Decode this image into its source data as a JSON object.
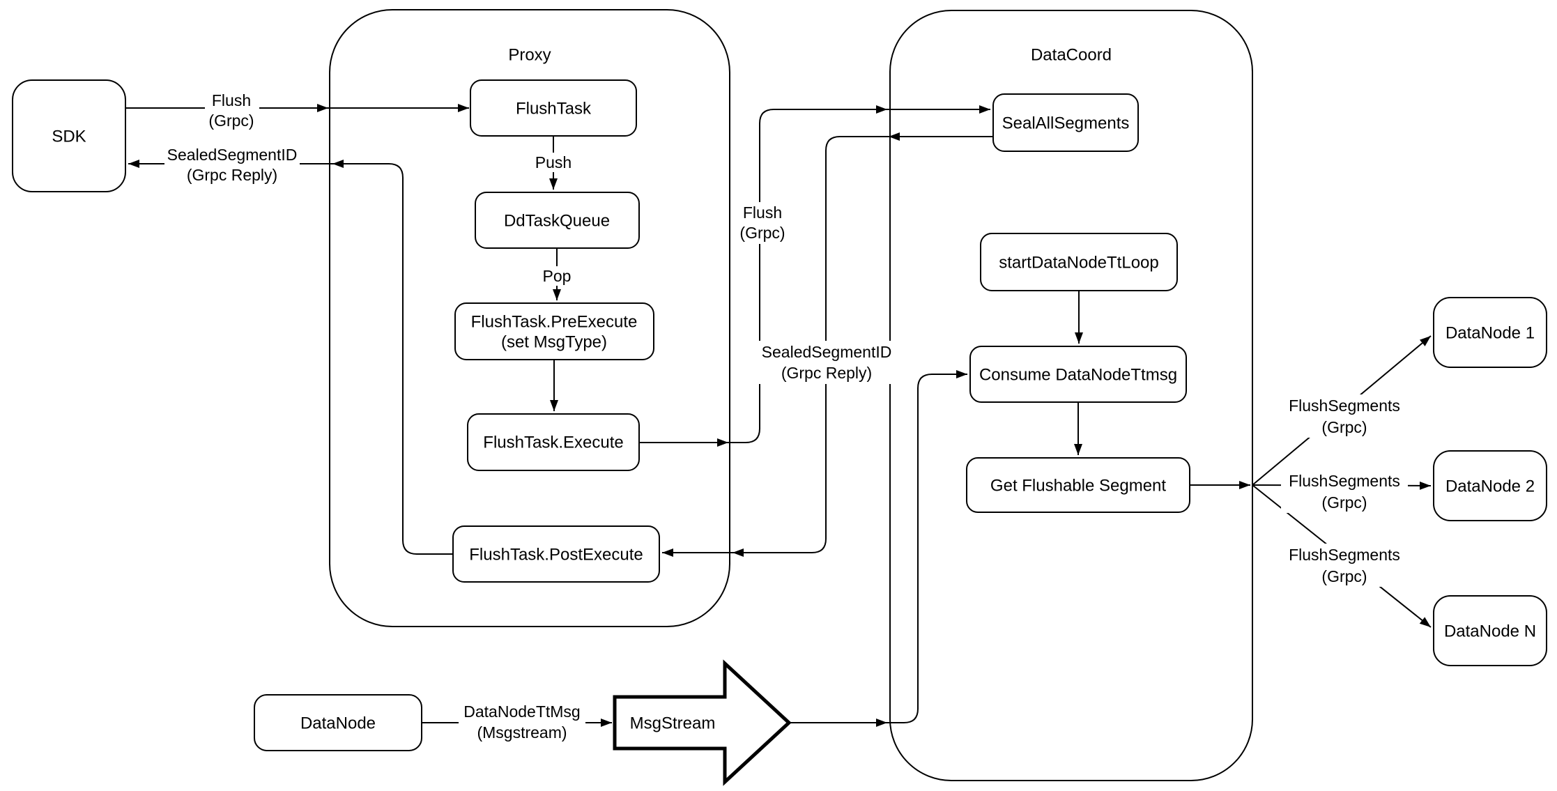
{
  "diagram": {
    "background": "#ffffff",
    "stroke_color": "#000000",
    "node_fill": "#ffffff",
    "nodes": {
      "sdk": "SDK",
      "proxy_title": "Proxy",
      "flush_task": "FlushTask",
      "dd_task_queue": "DdTaskQueue",
      "pre_execute_line1": "FlushTask.PreExecute",
      "pre_execute_line2": "(set MsgType)",
      "execute": "FlushTask.Execute",
      "post_execute": "FlushTask.PostExecute",
      "datacoord_title": "DataCoord",
      "seal_all_segments": "SealAllSegments",
      "start_datanode_tt_loop": "startDataNodeTtLoop",
      "consume_datanode_ttmsg": "Consume DataNodeTtmsg",
      "get_flushable_segment": "Get Flushable Segment",
      "datanode_1": "DataNode 1",
      "datanode_2": "DataNode 2",
      "datanode_n": "DataNode N",
      "datanode": "DataNode",
      "msgstream": "MsgStream"
    },
    "edges": {
      "sdk_to_proxy": {
        "line1": "Flush",
        "line2": "(Grpc)"
      },
      "proxy_to_sdk": {
        "line1": "SealedSegmentID",
        "line2": "(Grpc Reply)"
      },
      "push": "Push",
      "pop": "Pop",
      "proxy_to_datacoord": {
        "line1": "Flush",
        "line2": "(Grpc)"
      },
      "datacoord_to_proxy": {
        "line1": "SealedSegmentID",
        "line2": "(Grpc Reply)"
      },
      "flush_segments_1": {
        "line1": "FlushSegments",
        "line2": "(Grpc)"
      },
      "flush_segments_2": {
        "line1": "FlushSegments",
        "line2": "(Grpc)"
      },
      "flush_segments_3": {
        "line1": "FlushSegments",
        "line2": "(Grpc)"
      },
      "datanode_ttmsg": {
        "line1": "DataNodeTtMsg",
        "line2": "(Msgstream)"
      }
    }
  }
}
